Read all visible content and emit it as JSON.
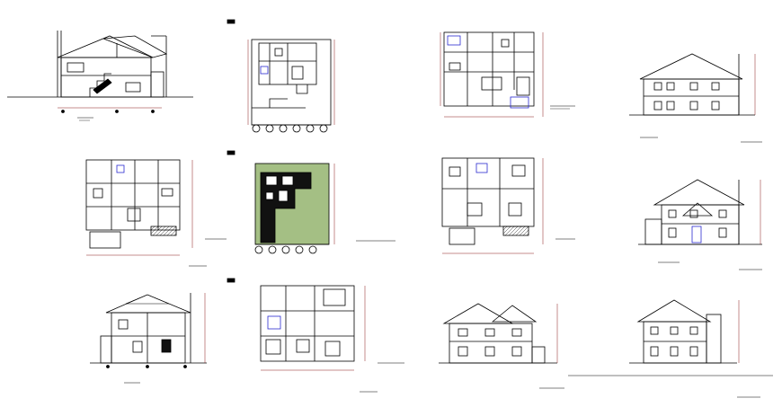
{
  "sheet": {
    "background": "#ffffff",
    "line_color": "#000000",
    "dimension_color": "#8b1a1a",
    "site_color": "#a4bf84",
    "footprint_color": "#111111",
    "fixture_color": "#2a2ad0"
  },
  "drawings": [
    {
      "kind": "section"
    },
    {
      "kind": "site-plan"
    },
    {
      "kind": "floor-plan"
    },
    {
      "kind": "elevation"
    },
    {
      "kind": "floor-plan"
    },
    {
      "kind": "site-plan-colored"
    },
    {
      "kind": "floor-plan"
    },
    {
      "kind": "elevation"
    },
    {
      "kind": "section"
    },
    {
      "kind": "floor-plan"
    },
    {
      "kind": "elevation"
    },
    {
      "kind": "elevation"
    }
  ]
}
